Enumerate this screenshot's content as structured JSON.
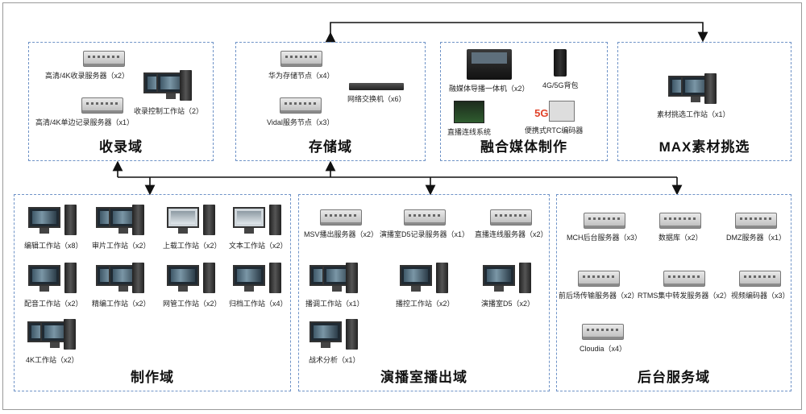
{
  "domains": {
    "shouLu": {
      "title": "收录域",
      "items": [
        {
          "label": "高清/4K收录服务器（x2）",
          "icon": "server-icon"
        },
        {
          "label": "高清/4K单边记录服务器（x1）",
          "icon": "server-icon"
        },
        {
          "label": "收录控制工作站（2）",
          "icon": "workstation-icon"
        }
      ]
    },
    "cunChu": {
      "title": "存储域",
      "items": [
        {
          "label": "华为存储节点（x4）",
          "icon": "server-icon"
        },
        {
          "label": "Vidal服务节点（x3）",
          "icon": "server-icon"
        },
        {
          "label": "网络交换机（x6）",
          "icon": "switch-icon"
        }
      ]
    },
    "rongHe": {
      "title": "融合媒体制作",
      "items": [
        {
          "label": "融媒体导播一体机（x2）",
          "icon": "mixer-icon"
        },
        {
          "label": "4G/5G背包",
          "icon": "backpack-icon"
        },
        {
          "label": "直播连线系统",
          "icon": "live-link-icon"
        },
        {
          "label": "便携式RTC编码器",
          "icon": "rtc-encoder-icon"
        },
        {
          "label": "5G",
          "icon": "5g-badge"
        }
      ]
    },
    "max": {
      "title": "MAX素材挑选",
      "items": [
        {
          "label": "素材挑选工作站（x1）",
          "icon": "workstation-icon"
        }
      ]
    },
    "zhiZuo": {
      "title": "制作域",
      "items": [
        {
          "label": "编辑工作站（x8）"
        },
        {
          "label": "审片工作站（x2）"
        },
        {
          "label": "上载工作站（x2）"
        },
        {
          "label": "文本工作站（x2）"
        },
        {
          "label": "配音工作站（x2）"
        },
        {
          "label": "精编工作站（x2）"
        },
        {
          "label": "网管工作站（x2）"
        },
        {
          "label": "归档工作站（x4）"
        },
        {
          "label": "4K工作站（x2）"
        }
      ]
    },
    "yanBo": {
      "title": "演播室播出域",
      "items": [
        {
          "label": "MSV播出服务器（x2）"
        },
        {
          "label": "演播室D5记录服务器（x1）"
        },
        {
          "label": "直播连线服务器（x2）"
        },
        {
          "label": "播调工作站（x1）"
        },
        {
          "label": "播控工作站（x2）"
        },
        {
          "label": "演播室D5（x2）"
        },
        {
          "label": "战术分析（x1）"
        }
      ]
    },
    "houTai": {
      "title": "后台服务域",
      "items": [
        {
          "label": "MCH后台服务器（x3）"
        },
        {
          "label": "数据库（x2）"
        },
        {
          "label": "DMZ服务器（x1）"
        },
        {
          "label": "前后场传输服务器（x2）"
        },
        {
          "label": "RTMS集中转发服务器（x2）"
        },
        {
          "label": "视频编码器（x3）"
        },
        {
          "label": "Cloudia（x4）"
        }
      ]
    }
  }
}
